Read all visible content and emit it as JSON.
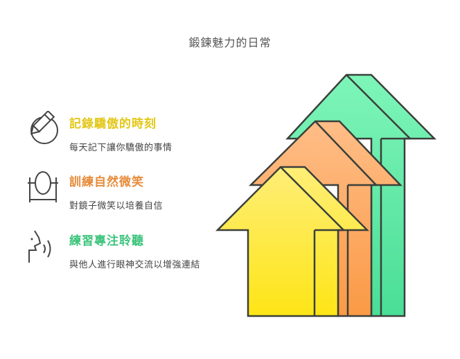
{
  "title": "鍛鍊魅力的日常",
  "items": [
    {
      "heading": "記錄驕傲的時刻",
      "description": "每天記下讓你驕傲的事情",
      "icon": "pencil-circle-icon",
      "color": "#E3C717"
    },
    {
      "heading": "訓練自然微笑",
      "description": "對鏡子微笑以培養自信",
      "icon": "mirror-icon",
      "color": "#E78B3A"
    },
    {
      "heading": "練習專注聆聽",
      "description": "與他人進行眼神交流以增強連結",
      "icon": "speaking-face-icon",
      "color": "#3CC47C"
    }
  ],
  "arrows": [
    {
      "name": "green-arrow",
      "fill_top": "#7EF5B9",
      "fill_bottom": "#4ADE96"
    },
    {
      "name": "orange-arrow",
      "fill_top": "#FFBD87",
      "fill_bottom": "#FA9A45"
    },
    {
      "name": "yellow-arrow",
      "fill_top": "#FFEE78",
      "fill_bottom": "#FDE516"
    }
  ],
  "stroke_color": "#3A3F3A"
}
